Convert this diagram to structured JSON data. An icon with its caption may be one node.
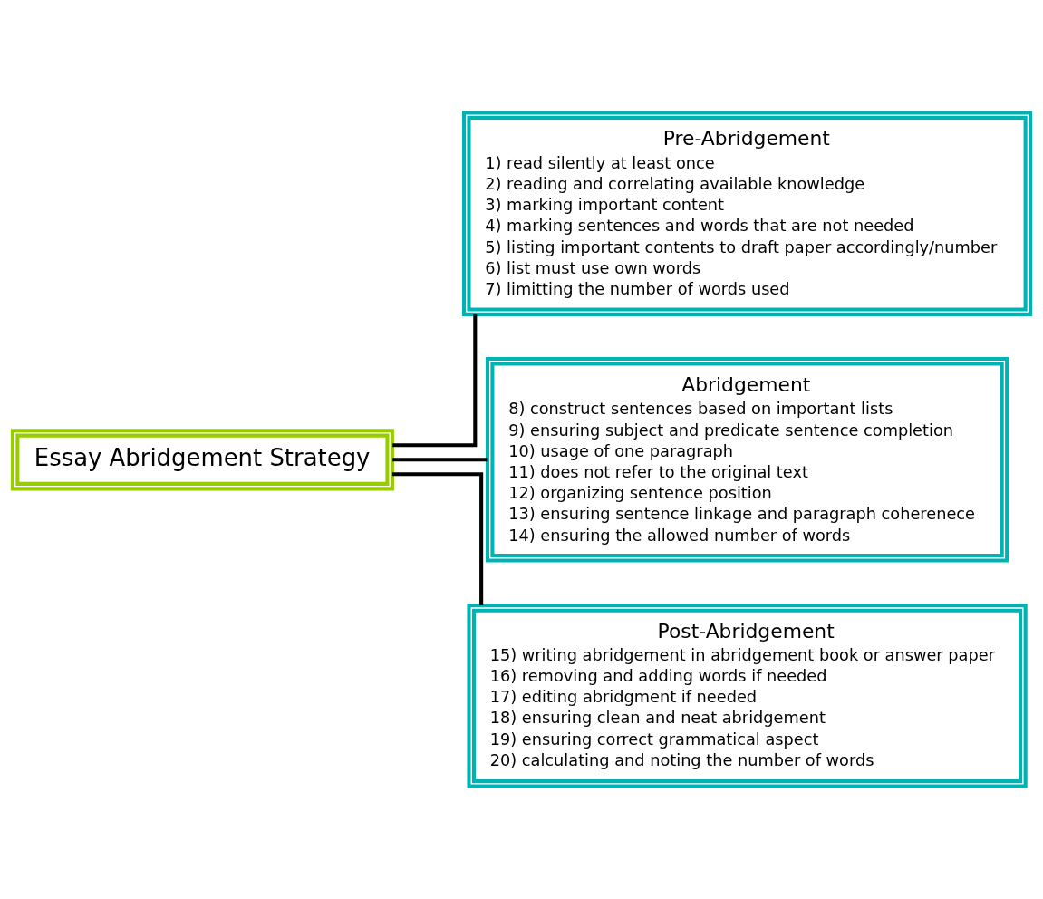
{
  "diagram": {
    "nodes": [
      {
        "text": [
          "Essay Abridgement Strategy"
        ]
      },
      {
        "text": [
          "Pre-Abridgement",
          "1) read silently at least once",
          "2) reading and correlating available knowledge",
          "3) marking important content",
          "4) marking sentences and words that are not needed",
          "5) listing important contents to draft paper accordingly/number",
          "6) list must use own words",
          "7) limitting the number of words used"
        ]
      },
      {
        "text": [
          "Abridgement",
          "8) construct sentences based on important lists",
          "9) ensuring subject and predicate sentence completion",
          "10) usage of one paragraph",
          "11) does not refer to the original text",
          "12) organizing sentence position",
          "13) ensuring sentence linkage and paragraph coherenece",
          "14) ensuring the allowed number of words"
        ]
      },
      {
        "text": [
          "Post-Abridgement",
          "15) writing abridgement in abridgement book or answer paper",
          "16) removing and adding words if needed",
          "17) editing abridgment if needed",
          "18) ensuring clean and neat abridgement",
          "19) ensuring correct grammatical aspect",
          "20) calculating and noting the number of words"
        ]
      }
    ],
    "edges": [
      {
        "from": 0,
        "to": 1,
        "arrow": "none"
      },
      {
        "from": 0,
        "to": 2,
        "arrow": "none"
      },
      {
        "from": 0,
        "to": 3,
        "arrow": "none"
      }
    ]
  }
}
